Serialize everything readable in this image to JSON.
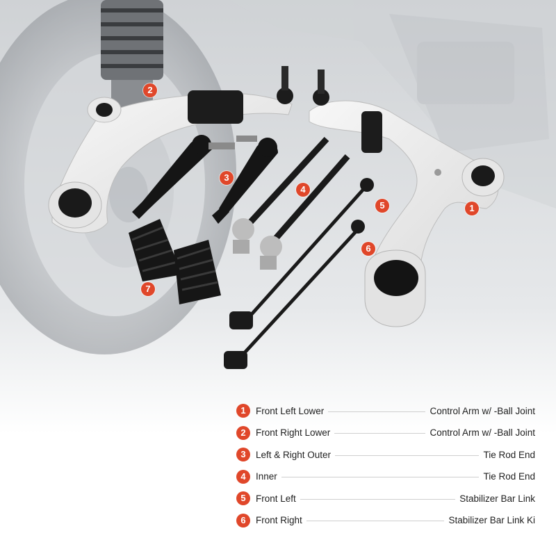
{
  "callouts": [
    {
      "num": "1"
    },
    {
      "num": "2"
    },
    {
      "num": "3"
    },
    {
      "num": "4"
    },
    {
      "num": "5"
    },
    {
      "num": "6"
    },
    {
      "num": "7"
    }
  ],
  "legend": {
    "items": [
      {
        "num": "1",
        "left": "Front Left Lower",
        "right": "Control Arm w/ -Ball Joint"
      },
      {
        "num": "2",
        "left": "Front Right Lower",
        "right": "Control Arm w/ -Ball Joint"
      },
      {
        "num": "3",
        "left": "Left & Right Outer",
        "right": "Tie Rod End"
      },
      {
        "num": "4",
        "left": "Inner",
        "right": "Tie Rod End"
      },
      {
        "num": "5",
        "left": "Front Left",
        "right": "Stabilizer Bar Link"
      },
      {
        "num": "6",
        "left": "Front Right",
        "right": "Stabilizer Bar Link Ki"
      }
    ]
  },
  "colors": {
    "badge": "#e0472a",
    "text": "#1e1e1e",
    "leader": "#cfcfcf",
    "arm": "#ececec",
    "rubber": "#1a1a1a"
  }
}
